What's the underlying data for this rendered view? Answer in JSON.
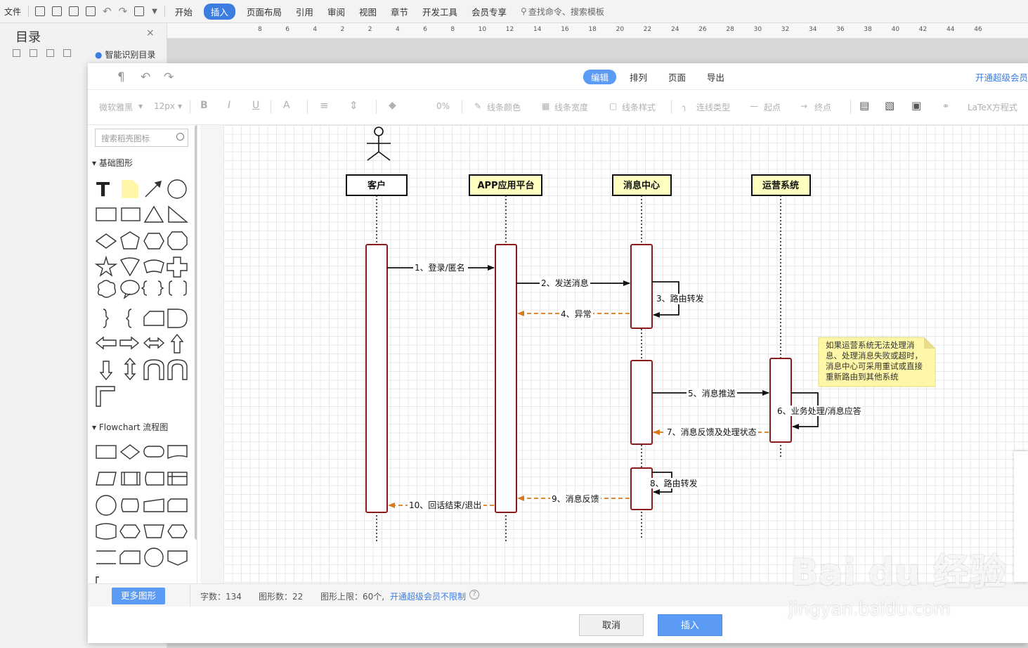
{
  "topbar": {
    "file_label": "文件",
    "menus": [
      "开始",
      "插入",
      "页面布局",
      "引用",
      "审阅",
      "视图",
      "章节",
      "开发工具",
      "会员专享"
    ],
    "active_menu": "插入",
    "search_label": "查找命令、搜索模板"
  },
  "ruler": {
    "ticks": [
      "8",
      "6",
      "4",
      "2",
      "2",
      "4",
      "6",
      "8",
      "10",
      "12",
      "14",
      "16",
      "18",
      "20",
      "22",
      "24",
      "26",
      "28",
      "30",
      "32",
      "34",
      "36",
      "38",
      "40",
      "42",
      "44",
      "46"
    ]
  },
  "toc_panel": {
    "title": "目录",
    "close": "×",
    "smart_label": "智能识别目录"
  },
  "dialog": {
    "tabs": [
      "编辑",
      "排列",
      "页面",
      "导出"
    ],
    "active_tab": "编辑",
    "upgrade_link": "开通超级会员",
    "format_bar": {
      "font_family": "微软雅黑",
      "font_size": "12px",
      "bold": "B",
      "italic": "I",
      "underline": "U",
      "font_color": "A",
      "opacity": "0%",
      "line_color": "线条颜色",
      "line_width": "线条宽度",
      "line_style": "线条样式",
      "connector_type": "连线类型",
      "start_point": "起点",
      "end_point": "终点",
      "latex": "LaTeX方程式"
    },
    "library": {
      "search_placeholder": "搜索稻壳图标",
      "section_basic": "基础图形",
      "section_flowchart": "Flowchart 流程图",
      "text_tool": "T"
    },
    "status": {
      "more_shapes": "更多图形",
      "char_count": "字数：134",
      "shape_count": "图形数：22",
      "shape_limit": "图形上限：60个,",
      "upgrade_unlimited": "开通超级会员不限制",
      "help": "?"
    },
    "buttons": {
      "cancel": "取消",
      "insert": "插入"
    }
  },
  "diagram": {
    "actors": [
      "客户",
      "APP应用平台",
      "消息中心",
      "运营系统"
    ],
    "messages": [
      "1、登录/匿名",
      "2、发送消息",
      "3、路由转发",
      "4、异常",
      "5、消息推送",
      "6、业务处理/消息应答",
      "7、消息反馈及处理状态",
      "8、路由转发",
      "9、消息反馈",
      "10、回话结束/退出"
    ],
    "note_lines": [
      "如果运营系统无法处理消",
      "息、处理消息失败或超时，",
      "消息中心可采用重试或直接",
      "重新路由到其他系统"
    ],
    "colors": {
      "actor_fill": "#ffffc0",
      "lifeline_border": "#8b1a1a",
      "return_arrow": "#d87a1a",
      "note_fill": "#fff7a8"
    }
  },
  "watermark": {
    "brand": "Bai du 经验",
    "url": "jingyan.baidu.com"
  }
}
